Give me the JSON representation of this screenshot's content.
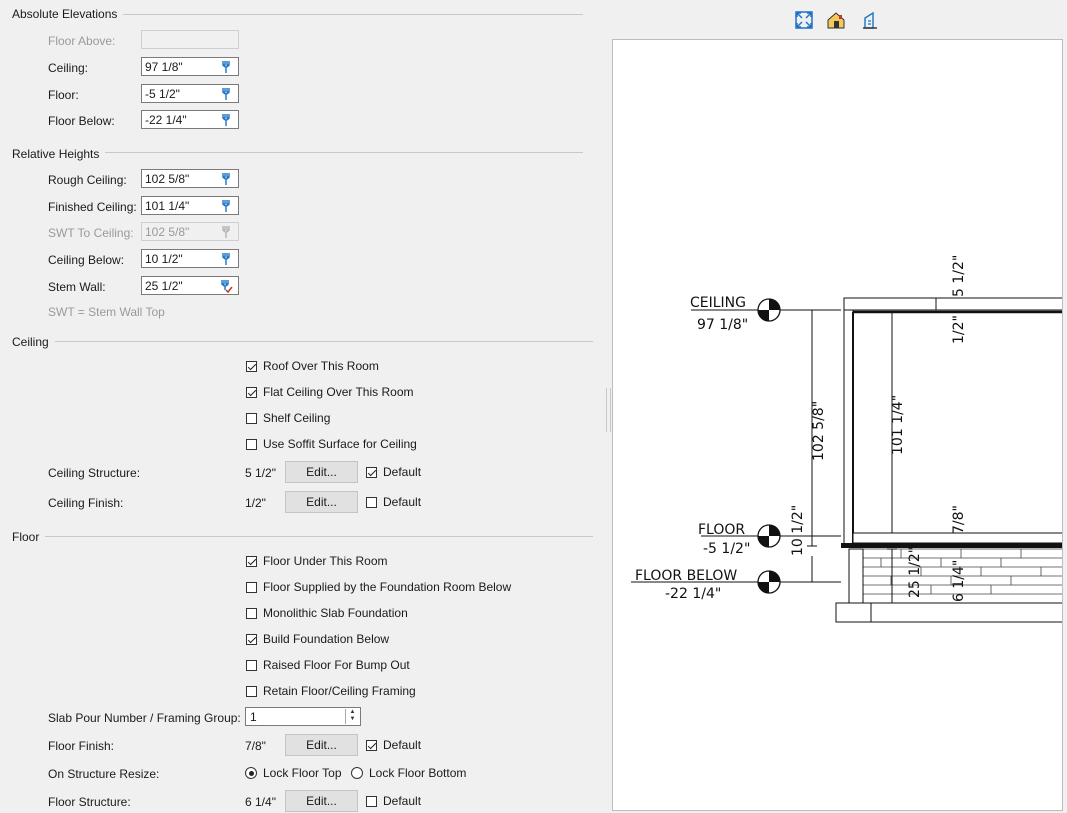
{
  "absolute_elevations": {
    "title": "Absolute Elevations",
    "floor_above": {
      "label": "Floor Above:",
      "value": ""
    },
    "ceiling": {
      "label": "Ceiling:",
      "value": "97 1/8\""
    },
    "floor": {
      "label": "Floor:",
      "value": "-5 1/2\""
    },
    "floor_below": {
      "label": "Floor Below:",
      "value": "-22 1/4\""
    }
  },
  "relative_heights": {
    "title": "Relative Heights",
    "rough_ceiling": {
      "label": "Rough Ceiling:",
      "value": "102 5/8\""
    },
    "finished_ceiling": {
      "label": "Finished Ceiling:",
      "value": "101 1/4\""
    },
    "swt_to_ceiling": {
      "label": "SWT To Ceiling:",
      "value": "102 5/8\""
    },
    "ceiling_below": {
      "label": "Ceiling Below:",
      "value": "10 1/2\""
    },
    "stem_wall": {
      "label": "Stem Wall:",
      "value": "25 1/2\""
    },
    "note": "SWT = Stem Wall Top"
  },
  "ceiling": {
    "title": "Ceiling",
    "checkboxes": [
      {
        "label": "Roof Over This Room",
        "checked": true
      },
      {
        "label": "Flat Ceiling Over This Room",
        "checked": true
      },
      {
        "label": "Shelf Ceiling",
        "checked": false
      },
      {
        "label": "Use Soffit Surface for Ceiling",
        "checked": false
      }
    ],
    "structure": {
      "label": "Ceiling Structure:",
      "value": "5 1/2\"",
      "button": "Edit...",
      "default_label": "Default",
      "default_checked": true
    },
    "finish": {
      "label": "Ceiling Finish:",
      "value": "1/2\"",
      "button": "Edit...",
      "default_label": "Default",
      "default_checked": false
    }
  },
  "floor": {
    "title": "Floor",
    "checkboxes": [
      {
        "label": "Floor Under This Room",
        "checked": true
      },
      {
        "label": "Floor Supplied by the Foundation Room Below",
        "checked": false
      },
      {
        "label": "Monolithic Slab Foundation",
        "checked": false
      },
      {
        "label": "Build Foundation Below",
        "checked": true
      },
      {
        "label": "Raised Floor For Bump Out",
        "checked": false
      },
      {
        "label": "Retain Floor/Ceiling Framing",
        "checked": false
      }
    ],
    "slab_pour": {
      "label": "Slab Pour Number / Framing Group:",
      "value": "1"
    },
    "finish": {
      "label": "Floor Finish:",
      "value": "7/8\"",
      "button": "Edit...",
      "default_label": "Default",
      "default_checked": true
    },
    "resize": {
      "label": "On Structure Resize:",
      "option_top": "Lock Floor Top",
      "option_bottom": "Lock Floor Bottom",
      "selected": "top"
    },
    "structure": {
      "label": "Floor Structure:",
      "value": "6 1/4\"",
      "button": "Edit...",
      "default_label": "Default",
      "default_checked": false
    }
  },
  "toolbar": {
    "icons": [
      "fill-window-icon",
      "3d-house-icon",
      "section-view-icon"
    ]
  },
  "preview": {
    "labels": {
      "ceiling": "CEILING",
      "ceiling_value": "97 1/8\"",
      "floor": "FLOOR",
      "floor_value": "-5 1/2\"",
      "floor_below": "FLOOR BELOW",
      "floor_below_value": "-22 1/4\"",
      "rough_ceiling": "102 5/8\"",
      "finished_ceiling": "101 1/4\"",
      "ceiling_structure": "5 1/2\"",
      "ceiling_finish": "1/2\"",
      "ceiling_below": "10 1/2\"",
      "floor_finish": "7/8\"",
      "stem_wall": "25 1/2\"",
      "floor_structure": "6 1/4\""
    }
  },
  "colors": {
    "accent": "#1a73c8",
    "check_red": "#c0392b"
  }
}
